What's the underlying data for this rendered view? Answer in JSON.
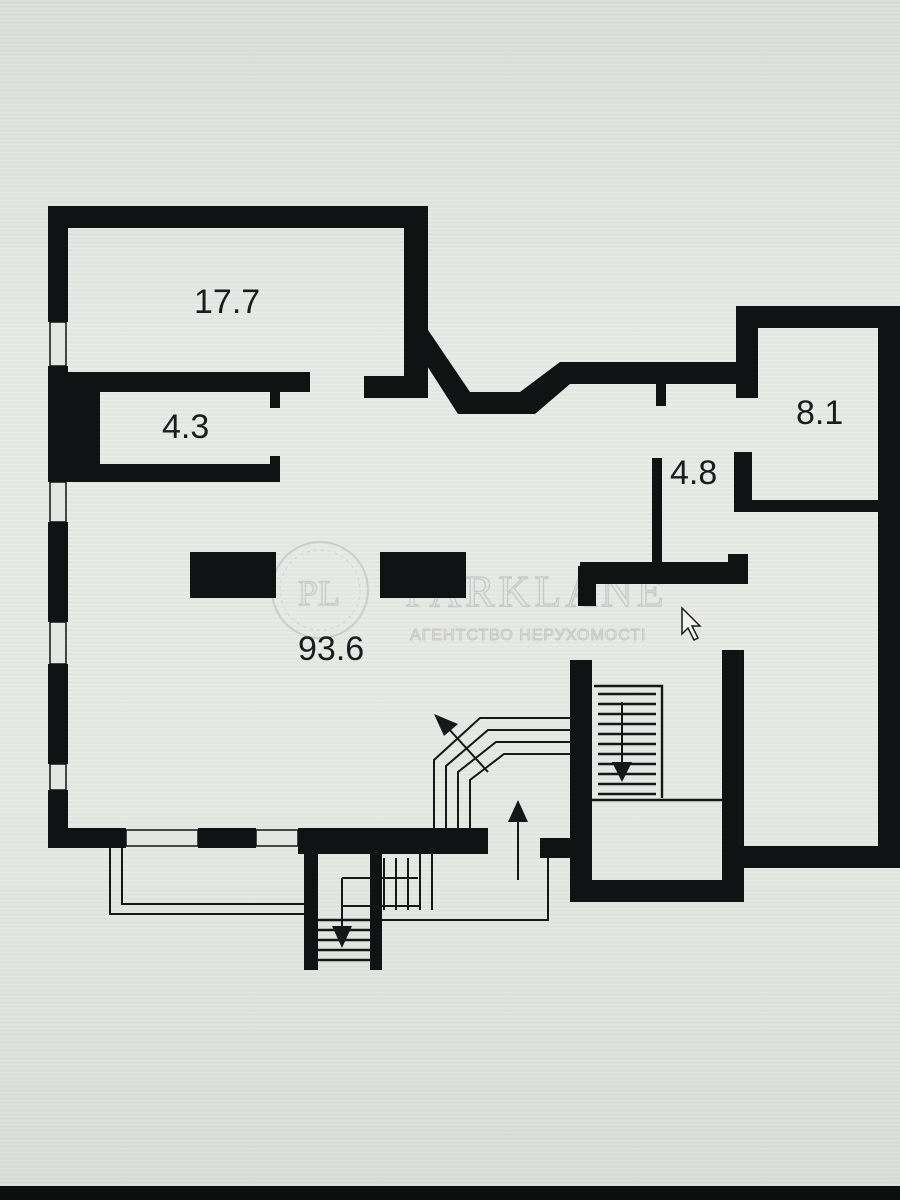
{
  "rooms": [
    {
      "id": "room-top-left",
      "area": "17.7"
    },
    {
      "id": "room-small-left",
      "area": "4.3"
    },
    {
      "id": "room-main-hall",
      "area": "93.6"
    },
    {
      "id": "room-corridor",
      "area": "4.8"
    },
    {
      "id": "room-right",
      "area": "8.1"
    }
  ],
  "watermark": {
    "monogram": "PL",
    "brand": "PARKLANE",
    "tagline": "АГЕНТСТВО НЕРУХОМОСТІ"
  },
  "icons": {
    "stair-arrow": "arrow",
    "cursor": "mouse-pointer"
  }
}
